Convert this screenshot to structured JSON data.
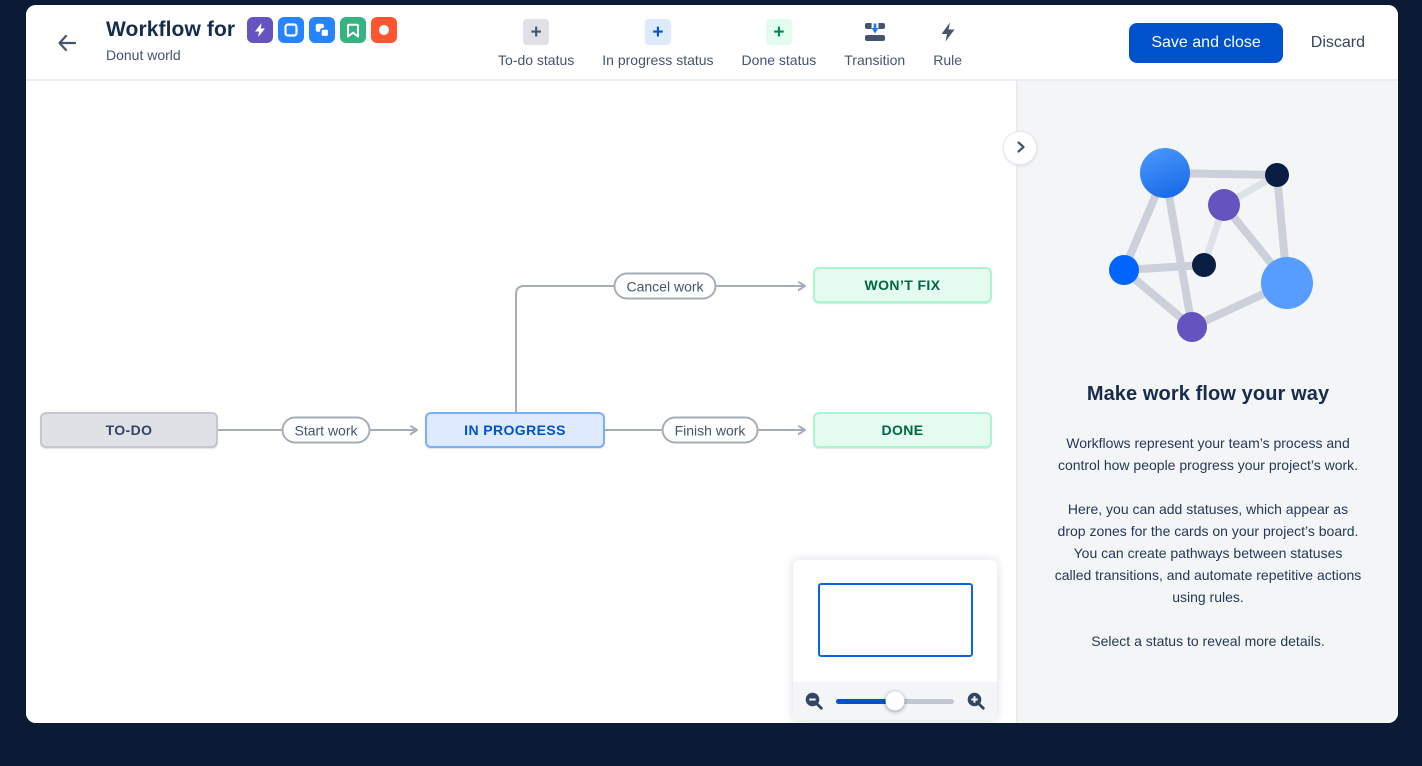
{
  "window": {
    "title": "Workflow for",
    "subtitle": "Donut world"
  },
  "issue_icons": [
    {
      "name": "epic",
      "color": "#6554C0"
    },
    {
      "name": "task",
      "color": "#2684FF"
    },
    {
      "name": "subtask",
      "color": "#2684FF"
    },
    {
      "name": "story",
      "color": "#36B37E"
    },
    {
      "name": "bug",
      "color": "#FF5630"
    }
  ],
  "toolbar": {
    "items": [
      {
        "label": "To-do status",
        "icon": "+"
      },
      {
        "label": "In progress status",
        "icon": "+"
      },
      {
        "label": "Done status",
        "icon": "+"
      },
      {
        "label": "Transition",
        "icon": "transition-icon"
      },
      {
        "label": "Rule",
        "icon": "lightning-icon"
      }
    ],
    "save_label": "Save and close",
    "discard_label": "Discard"
  },
  "workflow": {
    "statuses": [
      {
        "label": "TO-DO",
        "category": "todo"
      },
      {
        "label": "IN PROGRESS",
        "category": "in-progress"
      },
      {
        "label": "DONE",
        "category": "done"
      },
      {
        "label": "WON’T FIX",
        "category": "done"
      }
    ],
    "transitions": [
      {
        "label": "Start work",
        "from": "TO-DO",
        "to": "IN PROGRESS"
      },
      {
        "label": "Finish work",
        "from": "IN PROGRESS",
        "to": "DONE"
      },
      {
        "label": "Cancel work",
        "from": "IN PROGRESS",
        "to": "WON’T FIX"
      }
    ]
  },
  "minimap": {
    "zoom_slider_position": 0.5
  },
  "sidebar": {
    "heading": "Make work flow your way",
    "paragraphs": [
      "Workflows represent your team’s process and control how people progress your project’s work.",
      "Here, you can add statuses, which appear as drop zones for the cards on your project’s board. You can create pathways between statuses called transitions, and automate repetitive actions using rules.",
      "Select a status to reveal more details."
    ]
  },
  "colors": {
    "primary": "#0052CC",
    "todo_bg": "#DFE1E6",
    "todo_text": "#344563",
    "inprogress_bg": "#DEEBFF",
    "inprogress_border": "#7AAFFF",
    "inprogress_text": "#0052CC",
    "done_bg": "#E3FCEF",
    "done_border": "#ABF5D1",
    "done_text": "#006644",
    "connector": "#A5ADBA",
    "sidebar_bg": "#F4F5F7",
    "frame_bg": "#0B1B36",
    "heading_text": "#172B4D",
    "body_text": "#253858"
  }
}
